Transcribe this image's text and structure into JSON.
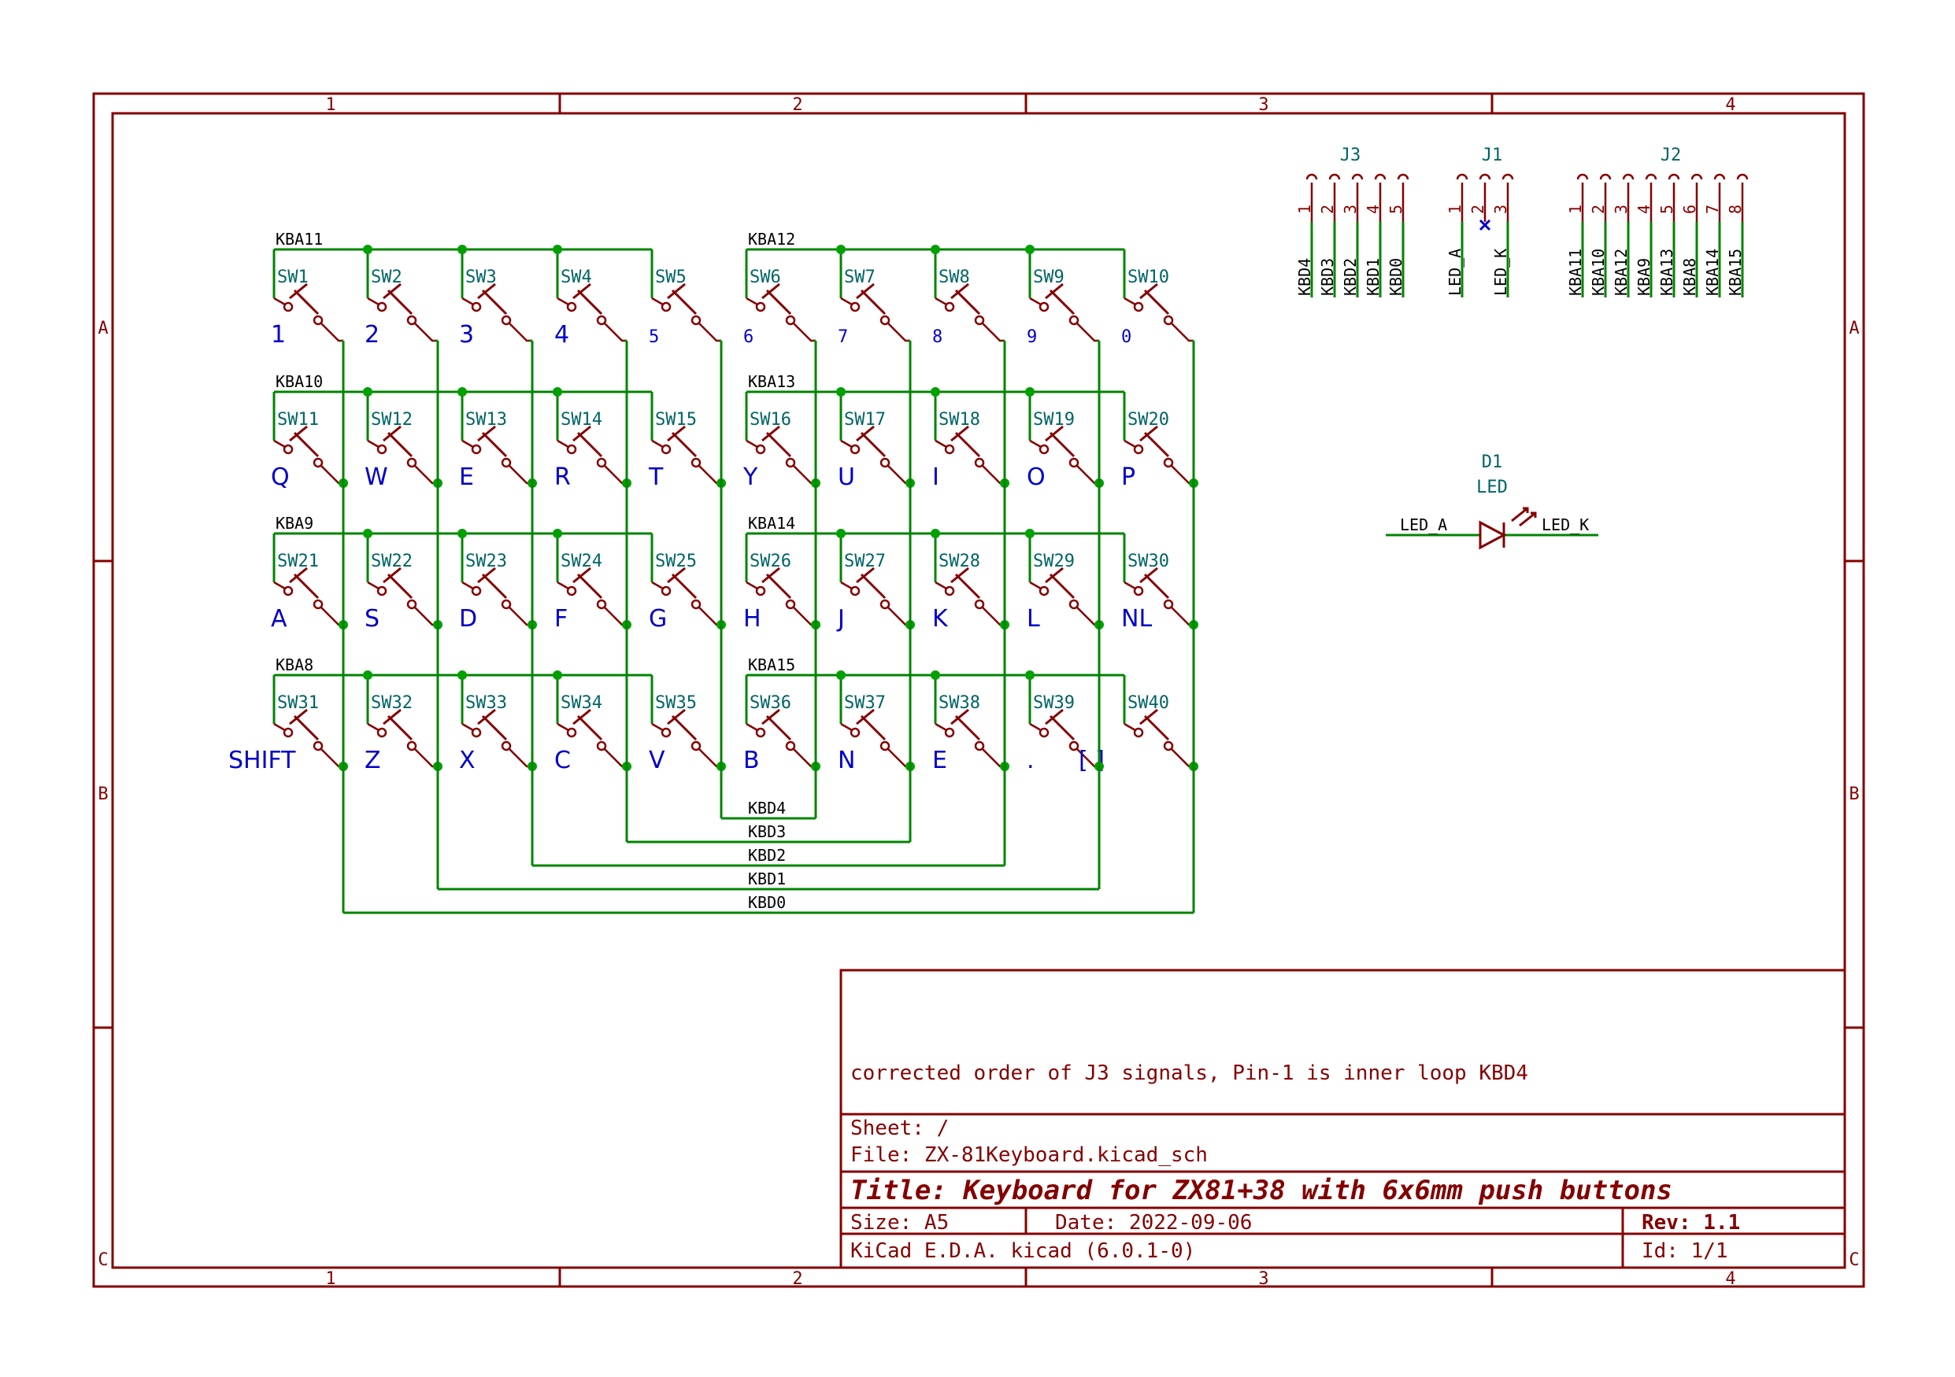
{
  "frame": {
    "columns": [
      "1",
      "2",
      "3",
      "4"
    ],
    "rows": [
      "A",
      "B",
      "C"
    ]
  },
  "switch_rows": [
    {
      "left_label": "KBA11",
      "right_label": "KBA12",
      "switches": [
        {
          "ref": "SW1",
          "key": "1"
        },
        {
          "ref": "SW2",
          "key": "2"
        },
        {
          "ref": "SW3",
          "key": "3"
        },
        {
          "ref": "SW4",
          "key": "4"
        },
        {
          "ref": "SW5",
          "key": "5"
        },
        {
          "ref": "SW6",
          "key": "6"
        },
        {
          "ref": "SW7",
          "key": "7"
        },
        {
          "ref": "SW8",
          "key": "8"
        },
        {
          "ref": "SW9",
          "key": "9"
        },
        {
          "ref": "SW10",
          "key": "0"
        }
      ]
    },
    {
      "left_label": "KBA10",
      "right_label": "KBA13",
      "switches": [
        {
          "ref": "SW11",
          "key": "Q"
        },
        {
          "ref": "SW12",
          "key": "W"
        },
        {
          "ref": "SW13",
          "key": "E"
        },
        {
          "ref": "SW14",
          "key": "R"
        },
        {
          "ref": "SW15",
          "key": "T"
        },
        {
          "ref": "SW16",
          "key": "Y"
        },
        {
          "ref": "SW17",
          "key": "U"
        },
        {
          "ref": "SW18",
          "key": "I"
        },
        {
          "ref": "SW19",
          "key": "O"
        },
        {
          "ref": "SW20",
          "key": "P"
        }
      ]
    },
    {
      "left_label": "KBA9",
      "right_label": "KBA14",
      "switches": [
        {
          "ref": "SW21",
          "key": "A"
        },
        {
          "ref": "SW22",
          "key": "S"
        },
        {
          "ref": "SW23",
          "key": "D"
        },
        {
          "ref": "SW24",
          "key": "F"
        },
        {
          "ref": "SW25",
          "key": "G"
        },
        {
          "ref": "SW26",
          "key": "H"
        },
        {
          "ref": "SW27",
          "key": "J"
        },
        {
          "ref": "SW28",
          "key": "K"
        },
        {
          "ref": "SW29",
          "key": "L"
        },
        {
          "ref": "SW30",
          "key": "NL"
        }
      ]
    },
    {
      "left_label": "KBA8",
      "right_label": "KBA15",
      "switches": [
        {
          "ref": "SW31",
          "key": "SHIFT"
        },
        {
          "ref": "SW32",
          "key": "Z"
        },
        {
          "ref": "SW33",
          "key": "X"
        },
        {
          "ref": "SW34",
          "key": "C"
        },
        {
          "ref": "SW35",
          "key": "V"
        },
        {
          "ref": "SW36",
          "key": "B"
        },
        {
          "ref": "SW37",
          "key": "N"
        },
        {
          "ref": "SW38",
          "key": "E"
        },
        {
          "ref": "SW39",
          "key": "."
        },
        {
          "ref": "SW40",
          "key": "[ ]"
        }
      ]
    }
  ],
  "kbd_nets": [
    "KBD4",
    "KBD3",
    "KBD2",
    "KBD1",
    "KBD0"
  ],
  "connectors": {
    "j3": {
      "ref": "J3",
      "pins": [
        "1",
        "2",
        "3",
        "4",
        "5"
      ],
      "labels": [
        "KBD4",
        "KBD3",
        "KBD2",
        "KBD1",
        "KBD0"
      ]
    },
    "j1": {
      "ref": "J1",
      "pins": [
        "1",
        "2",
        "3"
      ],
      "labels": [
        "LED_A",
        "",
        "LED_K"
      ]
    },
    "j2": {
      "ref": "J2",
      "pins": [
        "1",
        "2",
        "3",
        "4",
        "5",
        "6",
        "7",
        "8"
      ],
      "labels": [
        "KBA11",
        "KBA10",
        "KBA12",
        "KBA9",
        "KBA13",
        "KBA8",
        "KBA14",
        "KBA15"
      ]
    }
  },
  "led": {
    "ref": "D1",
    "value": "LED",
    "anode_label": "LED_A",
    "cathode_label": "LED_K"
  },
  "title_block": {
    "comment": "corrected order of J3 signals, Pin-1 is inner loop KBD4",
    "sheet": "Sheet: /",
    "file": "File: ZX-81Keyboard.kicad_sch",
    "title": "Title: Keyboard for ZX81+38 with 6x6mm push buttons",
    "size": "Size: A5",
    "date": "Date: 2022-09-06",
    "rev": "Rev: 1.1",
    "tool": "KiCad E.D.A.  kicad (6.0.1-0)",
    "id": "Id: 1/1"
  }
}
